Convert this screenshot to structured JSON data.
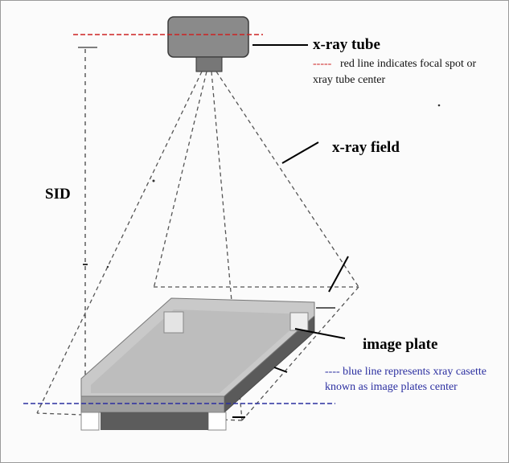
{
  "labels": {
    "xray_tube": "x-ray tube",
    "red_note_dash": "-----",
    "red_note_line1": "red line indicates focal spot or",
    "red_note_line2": "xray tube center",
    "xray_field": "x-ray field",
    "sid": "SID",
    "image_plate": "image plate",
    "blue_note_line1": "---- blue line represents xray casette",
    "blue_note_line2": "known as image plates center"
  },
  "colors": {
    "red_line": "#cc2222",
    "blue_line": "#2b2fa0",
    "tube_body": "#8a8a8a",
    "plate_top": "#c9c9c9",
    "plate_dark": "#6e6e6e"
  }
}
